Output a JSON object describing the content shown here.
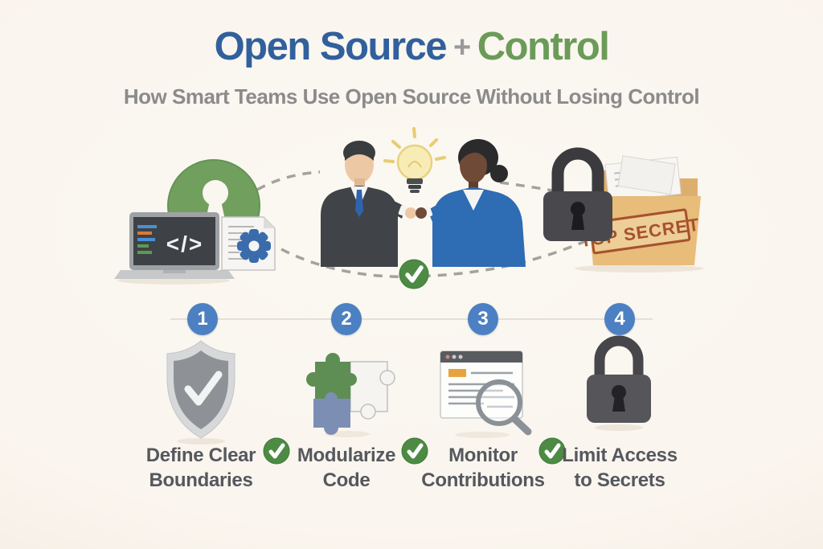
{
  "title": {
    "open_source": "Open Source",
    "plus": "+",
    "control": "Control"
  },
  "subtitle": "How Smart Teams Use Open Source Without Losing Control",
  "hero": {
    "code_glyph": "</>",
    "stamp_text": "TOP SECRET",
    "icons": [
      "open-source-keyhole-logo",
      "laptop-code",
      "gear-document",
      "businessman",
      "businesswoman",
      "lightbulb",
      "check-circle",
      "padlock",
      "top-secret-folder"
    ]
  },
  "steps": [
    {
      "number": "1",
      "label_line1": "Define Clear",
      "label_line2": "Boundaries",
      "icon": "shield-check"
    },
    {
      "number": "2",
      "label_line1": "Modularize",
      "label_line2": "Code",
      "icon": "puzzle-pieces"
    },
    {
      "number": "3",
      "label_line1": "Monitor",
      "label_line2": "Contributions",
      "icon": "browser-magnifier"
    },
    {
      "number": "4",
      "label_line1": "Limit Access",
      "label_line2": "to Secrets",
      "icon": "padlock"
    }
  ],
  "colors": {
    "background": "#FAF6F0",
    "title_blue": "#31609C",
    "title_green": "#6B9B58",
    "plus_gray": "#9A9A9A",
    "subtitle_gray": "#8B8B8B",
    "label_gray": "#55585E",
    "step_number_blue": "#4C80C3",
    "check_green": "#4D8B45",
    "logo_green": "#71A05E",
    "gear_blue": "#3A6CAB",
    "suit_charcoal": "#404448",
    "blazer_blue": "#2E6CB4",
    "folder_tan": "#E8BC79",
    "stamp_red": "#A6512E",
    "lock_gray": "#49494D"
  }
}
